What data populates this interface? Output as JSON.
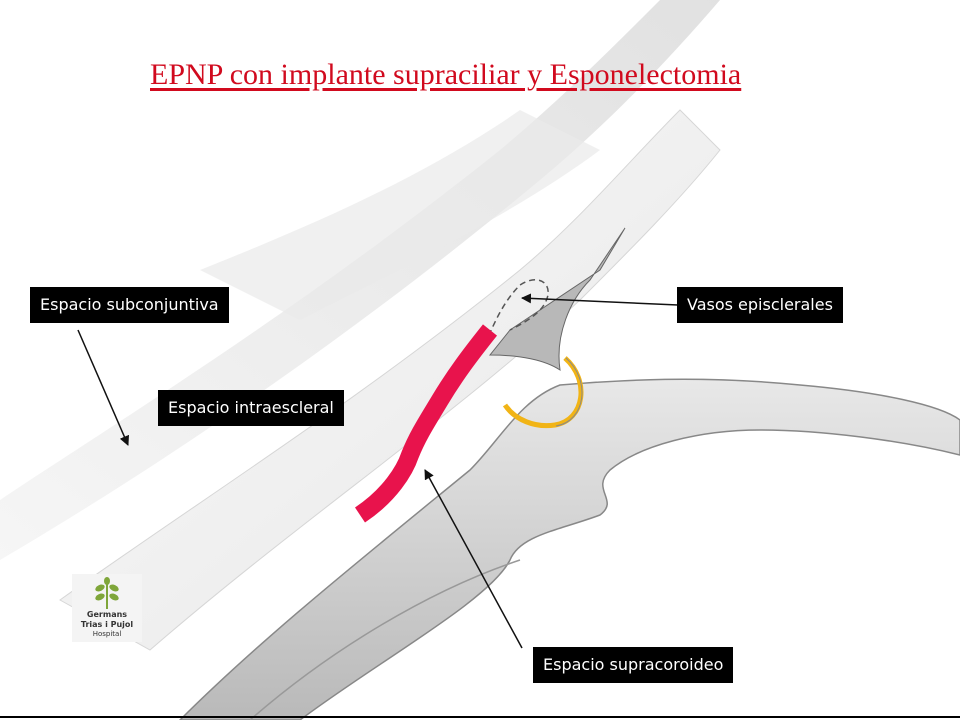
{
  "title": "EPNP con implante supraciliar y Esponelectomia",
  "labels": {
    "subconjuntiva": "Espacio subconjuntiva",
    "intraescleral": "Espacio intraescleral",
    "vasos": "Vasos episclerales",
    "supracoroideo": "Espacio supracoroideo"
  },
  "logo": {
    "line1": "Germans",
    "line2": "Trias i Pujol",
    "line3": "Hospital",
    "icon": "tree-icon"
  },
  "colors": {
    "title": "#d10a1e",
    "label_bg": "#000000",
    "implant": "#e8134c",
    "ring": "#f1b416",
    "logo_green": "#7fa63a"
  }
}
